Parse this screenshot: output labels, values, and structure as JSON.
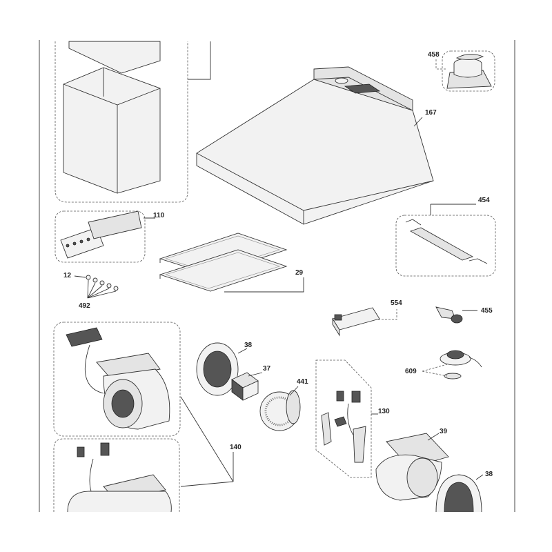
{
  "diagram": {
    "labels": {
      "l458": "458",
      "l167": "167",
      "l454": "454",
      "l110": "110",
      "l29": "29",
      "l12": "12",
      "l492": "492",
      "l554": "554",
      "l455": "455",
      "l38a": "38",
      "l37": "37",
      "l441": "441",
      "l609": "609",
      "l130": "130",
      "l39": "39",
      "l38b": "38",
      "l140": "140"
    }
  }
}
